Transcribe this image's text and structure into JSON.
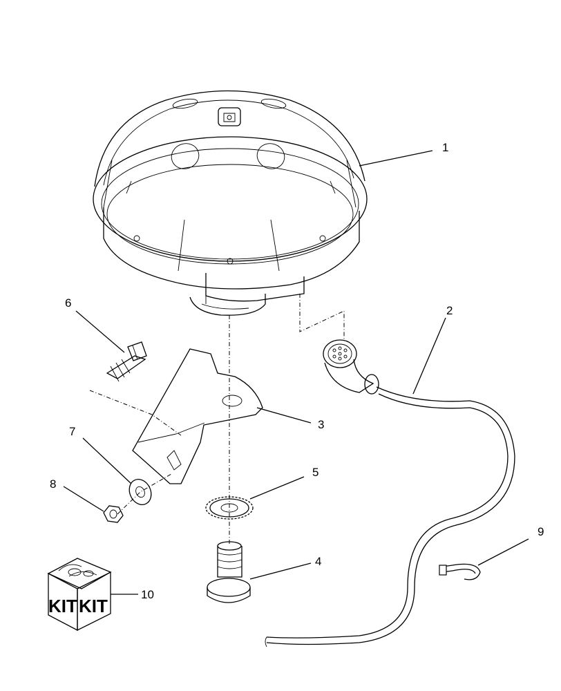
{
  "callouts": {
    "c1": "1",
    "c2": "2",
    "c3": "3",
    "c4": "4",
    "c5": "5",
    "c6": "6",
    "c7": "7",
    "c8": "8",
    "c9": "9",
    "c10": "10"
  },
  "kit": {
    "left_label": "KIT",
    "right_label": "KIT"
  },
  "icons": {
    "dome_badge": "brand-logo-icon"
  }
}
